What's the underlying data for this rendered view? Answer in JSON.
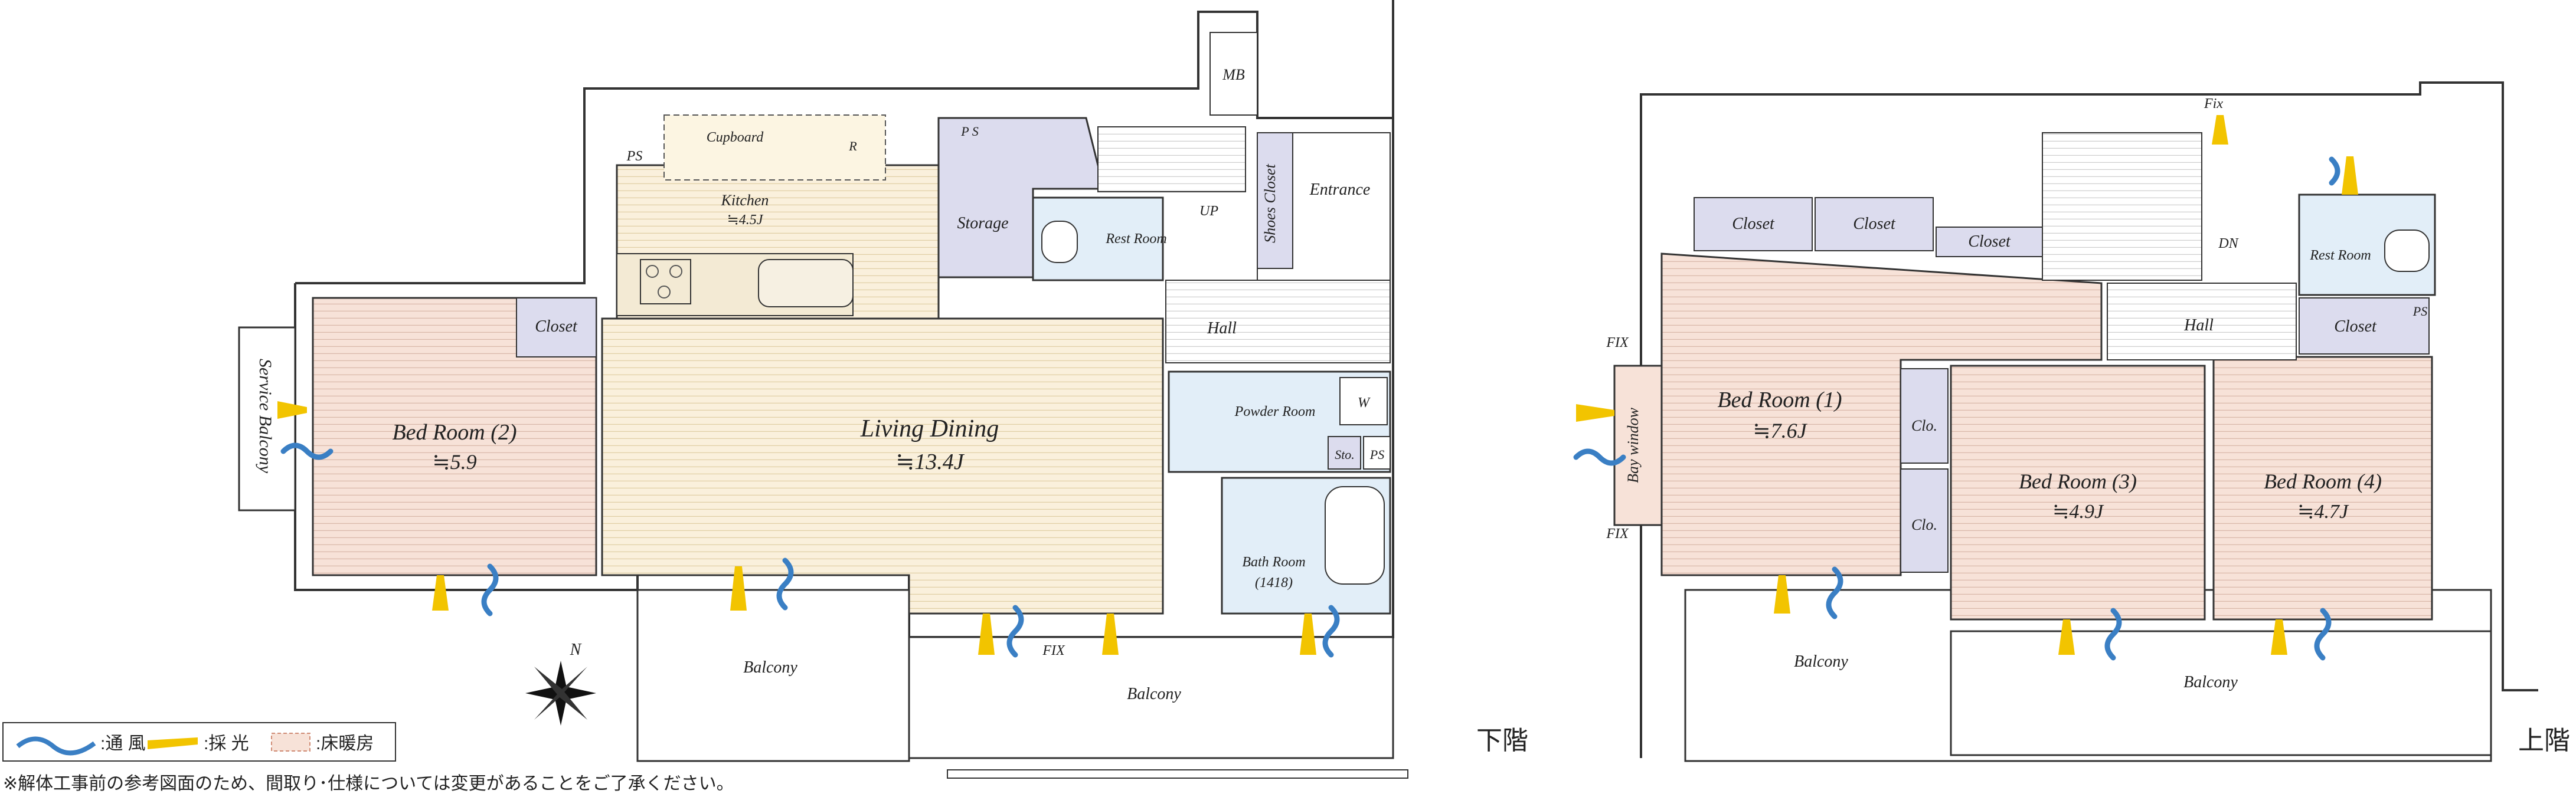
{
  "lower": {
    "floor_label": "下階",
    "rooms": {
      "bed2_name": "Bed Room (2)",
      "bed2_size": "≒5.9",
      "living_name": "Living Dining",
      "living_size": "≒13.4J",
      "kitchen_name": "Kitchen",
      "kitchen_size": "≒4.5J",
      "cupboard": "Cupboard",
      "r": "R",
      "storage": "Storage",
      "rest_room": "Rest Room",
      "shoes_closet": "Shoes Closet",
      "entrance": "Entrance",
      "hall": "Hall",
      "powder_room": "Powder Room",
      "w": "W",
      "sto": "Sto.",
      "ps": "PS",
      "bath_room": "Bath Room",
      "bath_code": "(1418)",
      "mb": "MB",
      "closet": "Closet",
      "up": "UP",
      "service_balcony": "Service Balcony",
      "balcony_left": "Balcony",
      "balcony_right": "Balcony",
      "fix": "FIX",
      "ps_kitchen": "PS",
      "ps_top": "P S"
    }
  },
  "upper": {
    "floor_label": "上階",
    "rooms": {
      "bed1_name": "Bed Room (1)",
      "bed1_size": "≒7.6J",
      "bed3_name": "Bed Room (3)",
      "bed3_size": "≒4.9J",
      "bed4_name": "Bed Room (4)",
      "bed4_size": "≒4.7J",
      "closet_a": "Closet",
      "closet_b": "Closet",
      "closet_c": "Closet",
      "closet_d": "Closet",
      "clo1": "Clo.",
      "clo2": "Clo.",
      "hall": "Hall",
      "rest_room": "Rest Room",
      "dn": "DN",
      "ps": "PS",
      "bay_window": "Bay window",
      "fix_top": "Fix",
      "fix_a": "FIX",
      "fix_b": "FIX",
      "balcony_left": "Balcony",
      "balcony_right": "Balcony"
    }
  },
  "compass": {
    "north": "N"
  },
  "legend": {
    "ventilation": ":通 風",
    "daylight": ":採 光",
    "floor_heating": ":床暖房"
  },
  "note": "※解体工事前の参考図面のため、間取り･仕様については変更があることをご了承ください。",
  "colors": {
    "bedroom": "#f7e2d8",
    "living": "#faf0dc",
    "wet": "#e2eef8",
    "storage": "#dcdcee",
    "vent": "#3a7fc4",
    "light": "#f2c400"
  }
}
